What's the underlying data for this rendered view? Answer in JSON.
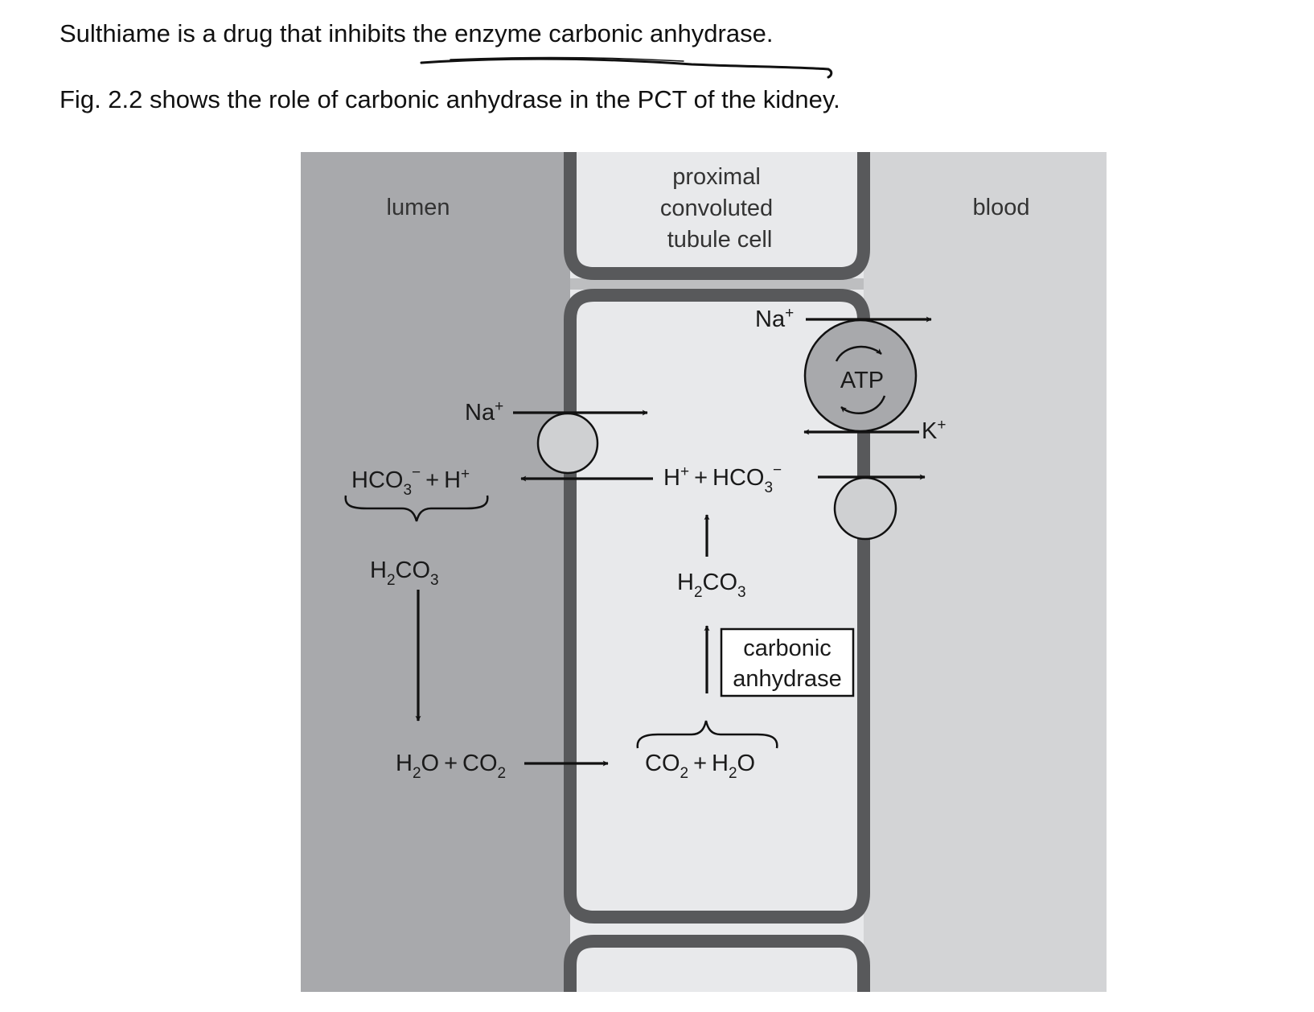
{
  "question": {
    "line1": "Sulthiame is a drug that inhibits the enzyme carbonic anhydrase.",
    "line2": "Fig. 2.2 shows the role of carbonic anhydrase in the PCT of the kidney."
  },
  "diagram": {
    "regions": {
      "lumen": "lumen",
      "cell_line1": "proximal",
      "cell_line2": "convoluted",
      "cell_line3": "tubule cell",
      "blood": "blood"
    },
    "labels": {
      "na": "Na",
      "plus": "+",
      "minus": "−",
      "k": "K",
      "atp": "ATP",
      "h": "H",
      "hco": "HCO",
      "co": "CO",
      "o": "O",
      "sub2": "2",
      "sub3": "3",
      "plus_sign": "+",
      "enzyme_line1": "carbonic",
      "enzyme_line2": "anhydrase"
    },
    "colors": {
      "lumen": "#a8a9ac",
      "cell": "#e8e9eb",
      "blood": "#d3d4d6",
      "membrane": "#58595b",
      "gap": "#bdbec0",
      "carrier": "#cfd0d2",
      "pump": "#a8a9ac"
    }
  }
}
